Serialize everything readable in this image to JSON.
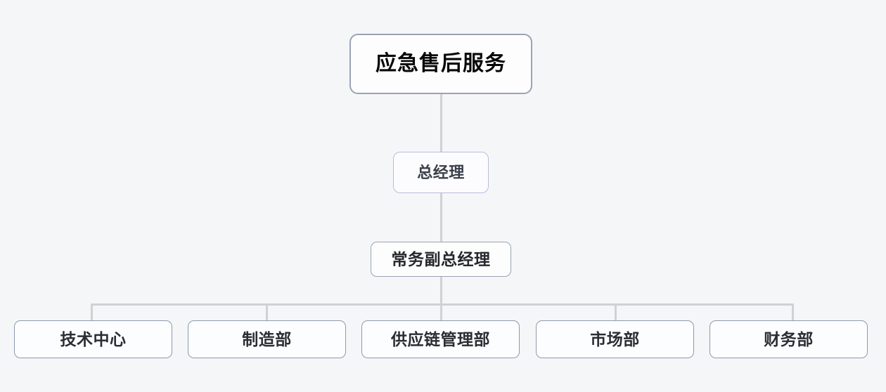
{
  "chart_title": "应急售后服务",
  "background_color": "#f5f6f7",
  "line_color": "#cfd1d4",
  "node_border_color": "#9aa3b5",
  "node_fill_color": "#fdfdfd",
  "text_color": "#1b1b1b",
  "org": {
    "root": {
      "id": "root",
      "label": "应急售后服务",
      "level": 0
    },
    "levels": [
      {
        "id": "gm",
        "label": "总经理",
        "level": 1
      },
      {
        "id": "dgm",
        "label": "常务副总经理",
        "level": 2
      }
    ],
    "departments": [
      {
        "id": "tech-center",
        "label": "技术中心"
      },
      {
        "id": "manufacturing",
        "label": "制造部"
      },
      {
        "id": "supply-chain",
        "label": "供应链管理部"
      },
      {
        "id": "marketing",
        "label": "市场部"
      },
      {
        "id": "finance",
        "label": "财务部"
      }
    ]
  }
}
